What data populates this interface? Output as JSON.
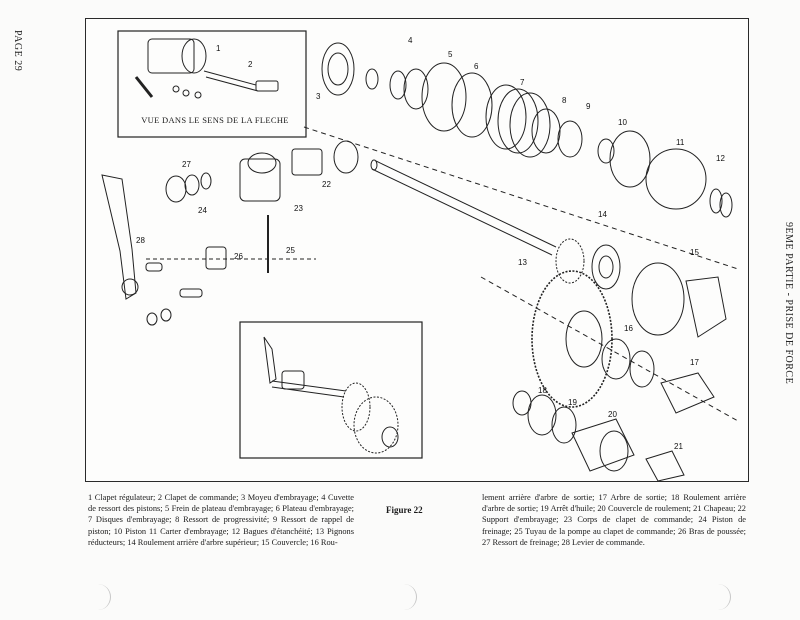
{
  "page": {
    "page_label": "PAGE 29",
    "section_label": "9EME PARTIE - PRISE DE FORCE"
  },
  "figure": {
    "title": "Figure 22",
    "inset_caption": "VUE DANS LE SENS DE LA FLECHE",
    "part_labels": [
      "1",
      "2",
      "3",
      "4",
      "5",
      "6",
      "7",
      "8",
      "9",
      "10",
      "11",
      "12",
      "13",
      "14",
      "15",
      "16",
      "17",
      "18",
      "19",
      "20",
      "21",
      "22",
      "23",
      "24",
      "25",
      "26",
      "27",
      "28"
    ]
  },
  "caption": {
    "left": "1 Clapet régulateur; 2 Clapet de commande; 3 Moyeu d'embrayage; 4 Cuvette de ressort des pistons; 5 Frein de plateau d'embrayage; 6 Plateau d'embrayage; 7 Disques d'embrayage; 8 Ressort de progressivité; 9 Ressort de rappel de piston; 10 Piston 11 Carter d'embrayage; 12 Bagues d'étanchéité; 13 Pignons réducteurs; 14 Roulement arrière d'arbre supérieur; 15 Couvercle; 16 Rou-",
    "right": "lement arrière d'arbre de sortie; 17 Arbre de sortie; 18 Roulement arrière d'arbre de sortie; 19 Arrêt d'huile; 20 Couvercle de roulement; 21 Chapeau; 22 Support d'embrayage; 23 Corps de clapet de commande; 24 Piston de freinage; 25 Tuyau de la pompe au clapet de commande; 26 Bras de poussée; 27 Ressort de freinage; 28 Levier de commande."
  }
}
